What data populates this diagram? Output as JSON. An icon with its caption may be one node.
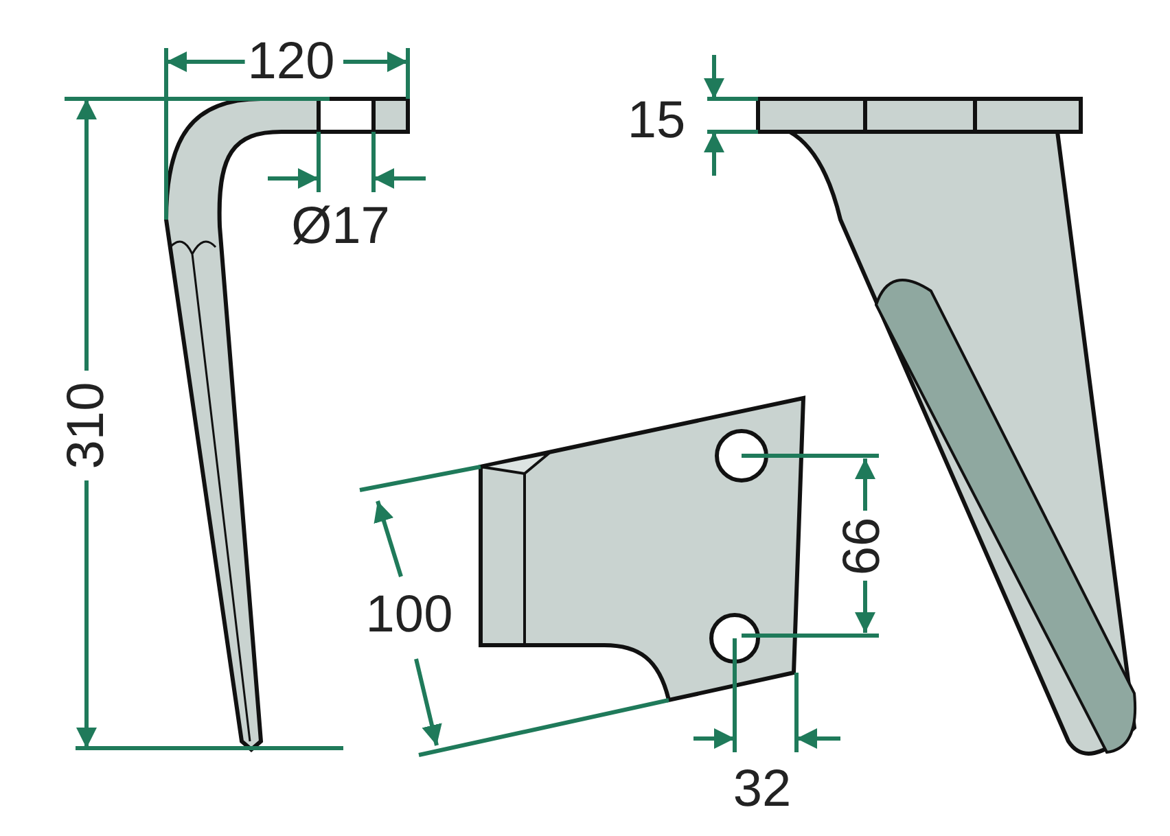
{
  "diagram": {
    "labels": [
      "120",
      "15",
      "Ø17",
      "310",
      "66",
      "100",
      "32"
    ]
  }
}
